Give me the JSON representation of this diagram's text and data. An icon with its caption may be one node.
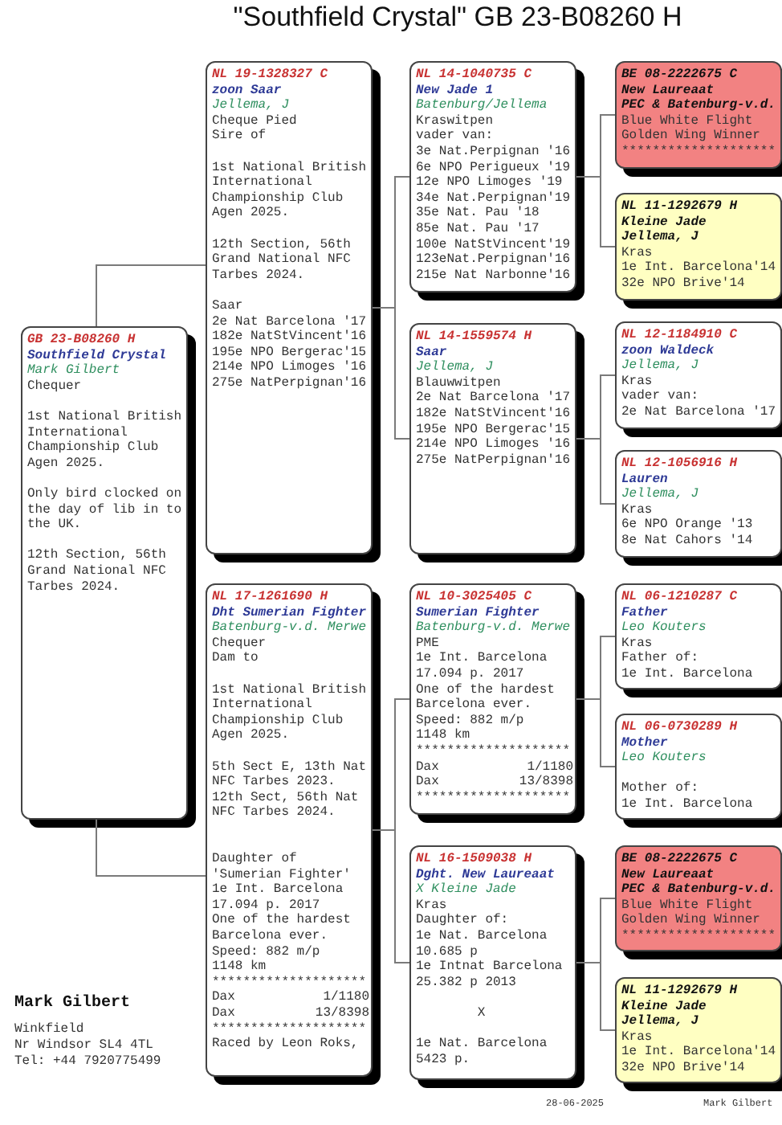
{
  "diagram": {
    "title": "\"Southfield Crystal\" GB 23-B08260 H",
    "nodes": [
      {
        "text": [
          "GB 23-B08260 H",
          "Southfield Crystal",
          "Mark Gilbert",
          "Chequer",
          "1st National British International Championship Club Agen 2025.",
          "Only bird clocked on the day of lib in to the UK.",
          "12th Section, 56th Grand National NFC Tarbes 2024."
        ]
      },
      {
        "text": [
          "NL 19-1328327 C",
          "zoon Saar",
          "Jellema, J",
          "Cheque Pied",
          "Sire of",
          "1st National British International Championship Club Agen 2025.",
          "12th Section, 56th Grand National NFC Tarbes 2024.",
          "Saar",
          "2e Nat Barcelona '17",
          "182e NatStVincent'16",
          "195e NPO Bergerac'15",
          "214e NPO Limoges '16",
          "275e NatPerpignan'16"
        ]
      },
      {
        "text": [
          "NL 17-1261690 H",
          "Dht Sumerian Fighter",
          "Batenburg-v.d. Merwe",
          "Chequer",
          "Dam to",
          "1st National British International Championship Club Agen 2025.",
          "5th Sect E, 13th Nat NFC Tarbes 2023.",
          "12th Sect, 56th Nat NFC Tarbes 2024.",
          "Daughter of",
          "'Sumerian Fighter'",
          "1e Int. Barcelona",
          "17.094 p. 2017",
          "One of the hardest Barcelona ever.",
          "Speed: 882 m/p",
          "1148 km",
          "********************",
          "Dax 1/1180",
          "Dax 13/8398",
          "********************",
          "Raced by Leon Roks,"
        ]
      },
      {
        "text": [
          "NL 14-1040735 C",
          "New Jade 1",
          "Batenburg/Jellema",
          "Kraswitpen",
          "vader van:",
          "3e Nat.Perpignan '16",
          "6e NPO Perigueux '19",
          "12e NPO Limoges '19",
          "34e Nat.Perpignan'19",
          "35e Nat. Pau '18",
          "85e Nat. Pau '17",
          "100e NatStVincent'19",
          "123eNat.Perpignan'16",
          "215e Nat Narbonne'16"
        ]
      },
      {
        "text": [
          "NL 14-1559574 H",
          "Saar",
          "Jellema, J",
          "Blauwwitpen",
          "2e Nat Barcelona '17",
          "182e NatStVincent'16",
          "195e NPO Bergerac'15",
          "214e NPO Limoges '16",
          "275e NatPerpignan'16"
        ]
      },
      {
        "text": [
          "NL 10-3025405 C",
          "Sumerian Fighter",
          "Batenburg-v.d. Merwe",
          "PME",
          "1e Int. Barcelona",
          "17.094 p. 2017",
          "One of the hardest Barcelona ever.",
          "Speed: 882 m/p",
          "1148 km",
          "********************",
          "Dax 1/1180",
          "Dax 13/8398",
          "********************"
        ]
      },
      {
        "text": [
          "NL 16-1509038 H",
          "Dght. New Laureaat",
          "X Kleine Jade",
          "Kras",
          "Daughter of:",
          "1e Nat. Barcelona",
          "10.685 p",
          "1e Intnat Barcelona",
          "25.382 p 2013",
          "X",
          "1e Nat. Barcelona",
          "5423 p."
        ]
      },
      {
        "text": [
          "BE 08-2222675 C",
          "New Laureaat",
          "PEC & Batenburg-v.d.",
          "Blue White Flight",
          "Golden Wing Winner",
          "********************"
        ]
      },
      {
        "text": [
          "NL 11-1292679 H",
          "Kleine Jade",
          "Jellema, J",
          "Kras",
          "1e Int. Barcelona'14",
          "32e NPO Brive'14"
        ]
      },
      {
        "text": [
          "NL 12-1184910 C",
          "zoon Waldeck",
          "Jellema, J",
          "Kras",
          "vader van:",
          "2e Nat Barcelona '17"
        ]
      },
      {
        "text": [
          "NL 12-1056916 H",
          "Lauren",
          "Jellema, J",
          "Kras",
          "6e NPO Orange '13",
          "8e Nat Cahors '14"
        ]
      },
      {
        "text": [
          "NL 06-1210287 C",
          "Father",
          "Leo Kouters",
          "Kras",
          "Father of:",
          "1e Int. Barcelona"
        ]
      },
      {
        "text": [
          "NL 06-0730289 H",
          "Mother",
          "Leo Kouters",
          "Mother of:",
          "1e Int. Barcelona"
        ]
      },
      {
        "text": [
          "BE 08-2222675 C",
          "New Laureaat",
          "PEC & Batenburg-v.d.",
          "Blue White Flight",
          "Golden Wing Winner",
          "********************"
        ]
      },
      {
        "text": [
          "NL 11-1292679 H",
          "Kleine Jade",
          "Jellema, J",
          "Kras",
          "1e Int. Barcelona'14",
          "32e NPO Brive'14"
        ]
      }
    ],
    "edges": [
      {
        "from": 0,
        "to": 1,
        "arrow": "none"
      },
      {
        "from": 0,
        "to": 2,
        "arrow": "none"
      },
      {
        "from": 1,
        "to": 3,
        "arrow": "none"
      },
      {
        "from": 1,
        "to": 4,
        "arrow": "none"
      },
      {
        "from": 2,
        "to": 5,
        "arrow": "none"
      },
      {
        "from": 2,
        "to": 6,
        "arrow": "none"
      },
      {
        "from": 3,
        "to": 7,
        "arrow": "none"
      },
      {
        "from": 3,
        "to": 8,
        "arrow": "none"
      },
      {
        "from": 4,
        "to": 9,
        "arrow": "none"
      },
      {
        "from": 4,
        "to": 10,
        "arrow": "none"
      },
      {
        "from": 5,
        "to": 11,
        "arrow": "none"
      },
      {
        "from": 5,
        "to": 12,
        "arrow": "none"
      },
      {
        "from": 6,
        "to": 13,
        "arrow": "none"
      },
      {
        "from": 6,
        "to": 14,
        "arrow": "none"
      }
    ],
    "labels": [
      "Mark Gilbert",
      "Winkfield",
      "Nr Windsor SL4 4TL",
      "Tel: +44 7920775499",
      "28-06-2025",
      "Mark Gilbert"
    ]
  }
}
